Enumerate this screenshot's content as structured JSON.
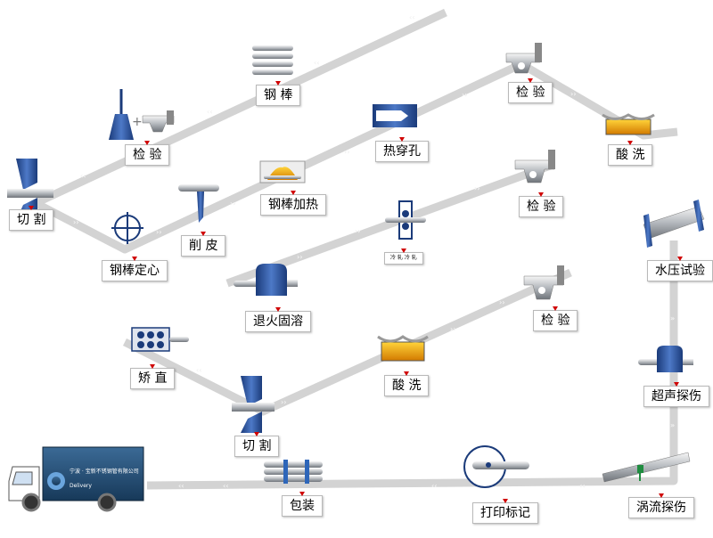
{
  "colors": {
    "track": "#d3d3d3",
    "track_arrow": "#f2f2f2",
    "tick": "#d00000",
    "truck": "#20476f"
  },
  "stations": {
    "cut1": "切 割",
    "inspect1": "检 验",
    "rod": "钢 棒",
    "rod_center": "钢棒定心",
    "peel": "削 皮",
    "rod_heat": "钢棒加热",
    "pierce": "热穿孔",
    "inspect2": "检 验",
    "pickle1": "酸 洗",
    "inspect3": "检 验",
    "cold_roll": "冷 轧 冷 轧",
    "anneal": "退火固溶",
    "straighten": "矫 直",
    "cut2": "切 割",
    "pickle2": "酸 洗",
    "inspect4": "检 验",
    "hydro": "水压试验",
    "ultrasonic": "超声探伤",
    "eddy": "涡流探伤",
    "mark": "打印标记",
    "pack": "包装"
  },
  "truck": {
    "company": "宁波 · 宝新不锈钢管有限公司",
    "delivery": "Delivery"
  }
}
